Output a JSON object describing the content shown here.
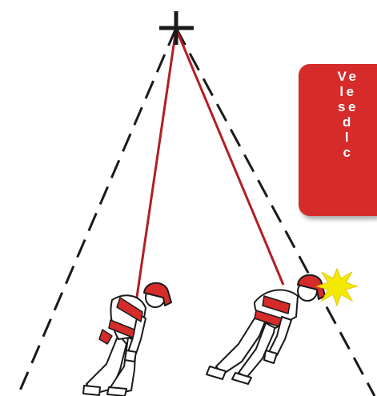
{
  "colors": {
    "rope": "#b21f24",
    "helmet": "#d52b2b",
    "harness": "#d52b2b",
    "outline": "#1a1a1a",
    "callout_bg": "#d52b2b",
    "callout_text": "#ffffff",
    "impact": "#f4ea00"
  },
  "callout": {
    "lines": [
      "Ve",
      "le",
      "se",
      "d",
      "l",
      "c"
    ]
  },
  "icons": {
    "anchor": "anchor-cross-icon",
    "impact": "impact-star-icon"
  }
}
